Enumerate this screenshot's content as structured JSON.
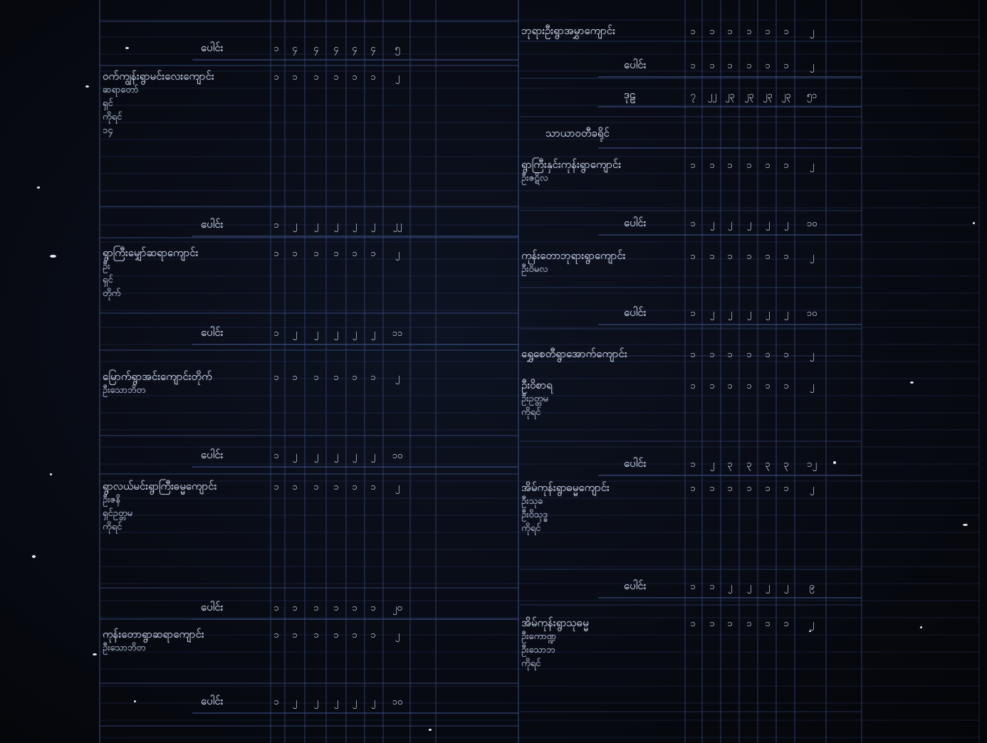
{
  "document": {
    "type": "ledger sheet",
    "ink_color": "#dfe7f5",
    "paper_color": "#080b14",
    "rule_color": "#3d4f86"
  },
  "left_column": [
    {
      "kind": "total",
      "text": "ပေါင်း",
      "values": [
        "၁",
        "၄",
        "၄",
        "၄",
        "၄",
        "၄",
        "၅"
      ]
    },
    {
      "kind": "entry",
      "lines": [
        "ဝက်ကျွန်းရွာမင်းလေးကျောင်း",
        "ဆရာတော်",
        "ရှင်",
        "ကိုရင်",
        "၁၄"
      ],
      "values": [
        "၁",
        "၁",
        "၁",
        "၁",
        "၁",
        "၁",
        "၂"
      ]
    },
    {
      "kind": "total",
      "text": "ပေါင်း",
      "values": [
        "၁",
        "၂",
        "၂",
        "၂",
        "၂",
        "၂",
        "၂၂"
      ]
    },
    {
      "kind": "entry",
      "lines": [
        "ရွာကြီးမျှော်ဆရာကျောင်း",
        "ဦး",
        "ရှင်",
        "တိုက်"
      ],
      "values": [
        "၁",
        "၁",
        "၁",
        "၁",
        "၁",
        "၁",
        "၂"
      ]
    },
    {
      "kind": "total",
      "text": "ပေါင်း",
      "values": [
        "၁",
        "၂",
        "၂",
        "၂",
        "၂",
        "၂",
        "၁၁"
      ]
    },
    {
      "kind": "entry",
      "lines": [
        "မြောက်ရွာအင်းကျောင်းတိုက်",
        "ဦးသောဘိတ"
      ],
      "values": [
        "၁",
        "၁",
        "၁",
        "၁",
        "၁",
        "၁",
        "၂"
      ]
    },
    {
      "kind": "total",
      "text": "ပေါင်း",
      "values": [
        "၁",
        "၂",
        "၂",
        "၂",
        "၂",
        "၂",
        "၁၀"
      ]
    },
    {
      "kind": "entry",
      "lines": [
        "ရွာလယ်မင်းရွာကြီးဓမ္မကျောင်း",
        "ဦးဇနိ",
        "ရှင်ဥတ္တမ",
        "ကိုရင်"
      ],
      "values": [
        "၁",
        "၁",
        "၁",
        "၁",
        "၁",
        "၁",
        "၂"
      ]
    },
    {
      "kind": "total",
      "text": "ပေါင်း",
      "values": [
        "၁",
        "၁",
        "၁",
        "၁",
        "၁",
        "၁",
        "၂၀"
      ]
    },
    {
      "kind": "entry",
      "lines": [
        "ကုန်းတောရွာဆရာကျောင်း",
        "ဦးသောဘိတ"
      ],
      "values": [
        "၁",
        "၁",
        "၁",
        "၁",
        "၁",
        "၁",
        "၂"
      ]
    },
    {
      "kind": "total",
      "text": "ပေါင်း",
      "values": [
        "၁",
        "၂",
        "၂",
        "၂",
        "၂",
        "၂",
        "၁၀"
      ]
    }
  ],
  "right_column": [
    {
      "kind": "entry",
      "lines": [
        "ဘုရားဦးရွာအမွှာကျောင်း"
      ],
      "values": [
        "၁",
        "၁",
        "၁",
        "၁",
        "၁",
        "၁",
        "၂"
      ]
    },
    {
      "kind": "total",
      "text": "ပေါင်း",
      "values": [
        "၁",
        "၁",
        "၁",
        "၁",
        "၁",
        "၁",
        "၂"
      ]
    },
    {
      "kind": "total",
      "text": "ဒုဠ",
      "values": [
        "၇",
        "၂၂",
        "၂၃",
        "၂၃",
        "၂၃",
        "၂၃",
        "၅၁"
      ]
    },
    {
      "kind": "heading",
      "text": "သာယာဝတီခရိုင်"
    },
    {
      "kind": "entry",
      "lines": [
        "ရွာကြီးနှင်းကုန်းရွာကျောင်း",
        "ဦးဇဋိလ"
      ],
      "values": [
        "၁",
        "၁",
        "၁",
        "၁",
        "၁",
        "၁",
        "၂"
      ]
    },
    {
      "kind": "total",
      "text": "ပေါင်း",
      "values": [
        "၁",
        "၂",
        "၂",
        "၂",
        "၂",
        "၂",
        "၁၀"
      ]
    },
    {
      "kind": "entry",
      "lines": [
        "ကုန်းတောဘုရားရွာကျောင်း",
        "ဦးဝိမလ"
      ],
      "values": [
        "၁",
        "၁",
        "၁",
        "၁",
        "၁",
        "၁",
        "၂"
      ]
    },
    {
      "kind": "total",
      "text": "ပေါင်း",
      "values": [
        "၁",
        "၂",
        "၂",
        "၂",
        "၂",
        "၂",
        "၁၀"
      ]
    },
    {
      "kind": "entry",
      "lines": [
        "ရွှေစေတီရွာအောက်ကျောင်း"
      ],
      "values": [
        "၁",
        "၁",
        "၁",
        "၁",
        "၁",
        "၁",
        "၂"
      ]
    },
    {
      "kind": "entry",
      "lines": [
        "ဦးဝိစာရ",
        "ဦးဥတ္တမ",
        "ကိုရင်"
      ],
      "values": [
        "၁",
        "၁",
        "၁",
        "၁",
        "၁",
        "၁",
        "၂"
      ]
    },
    {
      "kind": "total",
      "text": "ပေါင်း",
      "values": [
        "၁",
        "၂",
        "၃",
        "၃",
        "၃",
        "၃",
        "၁၂"
      ]
    },
    {
      "kind": "entry",
      "lines": [
        "အိမ်ကုန်းရွာဓမ္မကျောင်း",
        "ဦးသုခ",
        "ဦးဝိသုဒ္ဓ",
        "ကိုရင်"
      ],
      "values": [
        "၁",
        "၁",
        "၁",
        "၁",
        "၁",
        "၁",
        "၂"
      ]
    },
    {
      "kind": "total",
      "text": "ပေါင်း",
      "values": [
        "၁",
        "၁",
        "၂",
        "၂",
        "၂",
        "၂",
        "၉"
      ]
    },
    {
      "kind": "entry",
      "lines": [
        "အိမ်ကုန်းရွာသုဓမ္မ",
        "ဦးကောဏ္ဍ",
        "ဦးသောဘ",
        "ကိုရင်"
      ],
      "values": [
        "၁",
        "၁",
        "၁",
        "၁",
        "၁",
        "၁",
        "၂"
      ]
    }
  ]
}
